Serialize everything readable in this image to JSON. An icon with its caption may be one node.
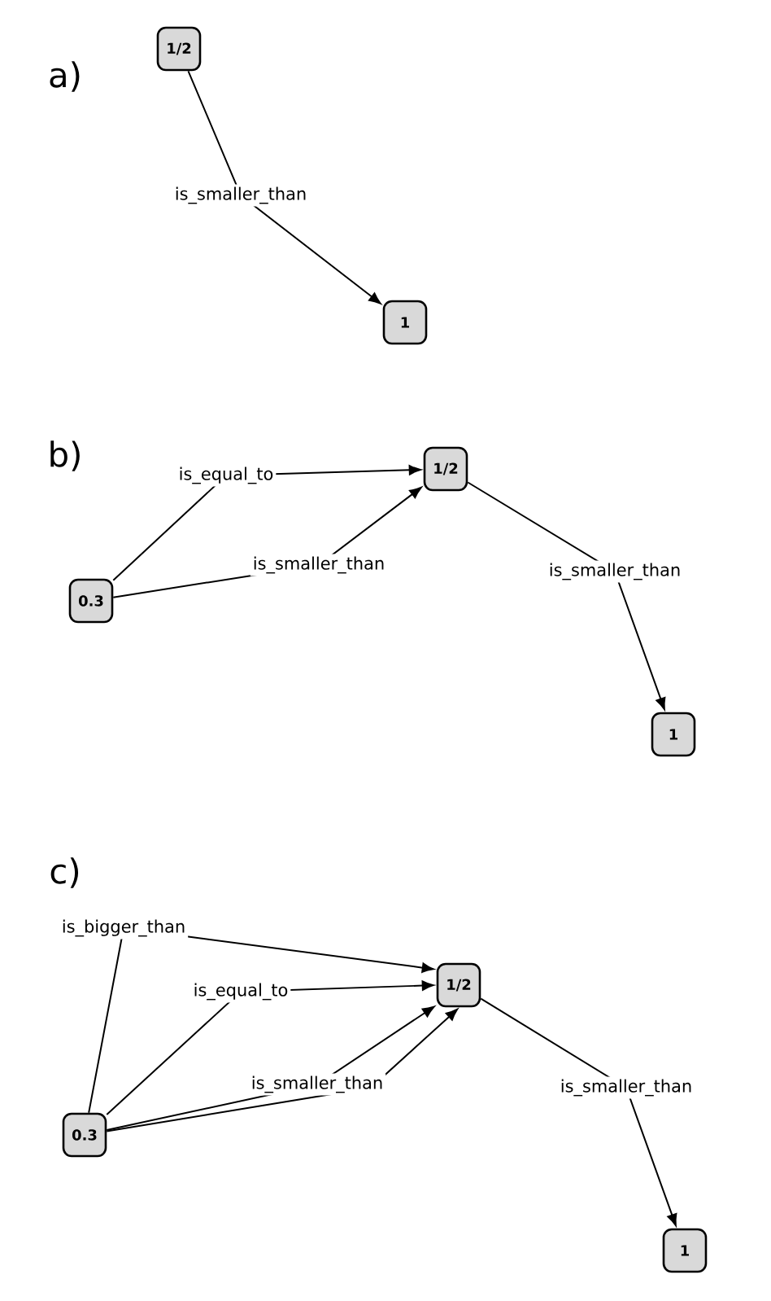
{
  "diagram": {
    "nodes": [
      {
        "text": [
          "1/2"
        ]
      },
      {
        "text": [
          "1"
        ]
      },
      {
        "text": [
          "1/2"
        ]
      },
      {
        "text": [
          "0.3"
        ]
      },
      {
        "text": [
          "1"
        ]
      },
      {
        "text": [
          "1/2"
        ]
      },
      {
        "text": [
          "0.3"
        ]
      },
      {
        "text": [
          "1"
        ]
      }
    ],
    "edges": [
      {
        "from": 0,
        "to": 1,
        "arrow": "to",
        "label": "is_smaller_than"
      },
      {
        "from": 3,
        "to": 2,
        "arrow": "to",
        "label": "is_equal_to"
      },
      {
        "from": 3,
        "to": 2,
        "arrow": "to",
        "label": "is_smaller_than"
      },
      {
        "from": 2,
        "to": 4,
        "arrow": "to",
        "label": "is_smaller_than"
      },
      {
        "from": 6,
        "to": 5,
        "arrow": "to",
        "label": "is_bigger_than"
      },
      {
        "from": 6,
        "to": 5,
        "arrow": "to",
        "label": "is_equal_to"
      },
      {
        "from": 6,
        "to": 5,
        "arrow": "to",
        "label": "is_smaller_than"
      },
      {
        "from": 6,
        "to": 5,
        "arrow": "to"
      },
      {
        "from": 5,
        "to": 7,
        "arrow": "to",
        "label": "is_smaller_than"
      }
    ],
    "labels": [
      "a)",
      "b)",
      "c)"
    ]
  }
}
